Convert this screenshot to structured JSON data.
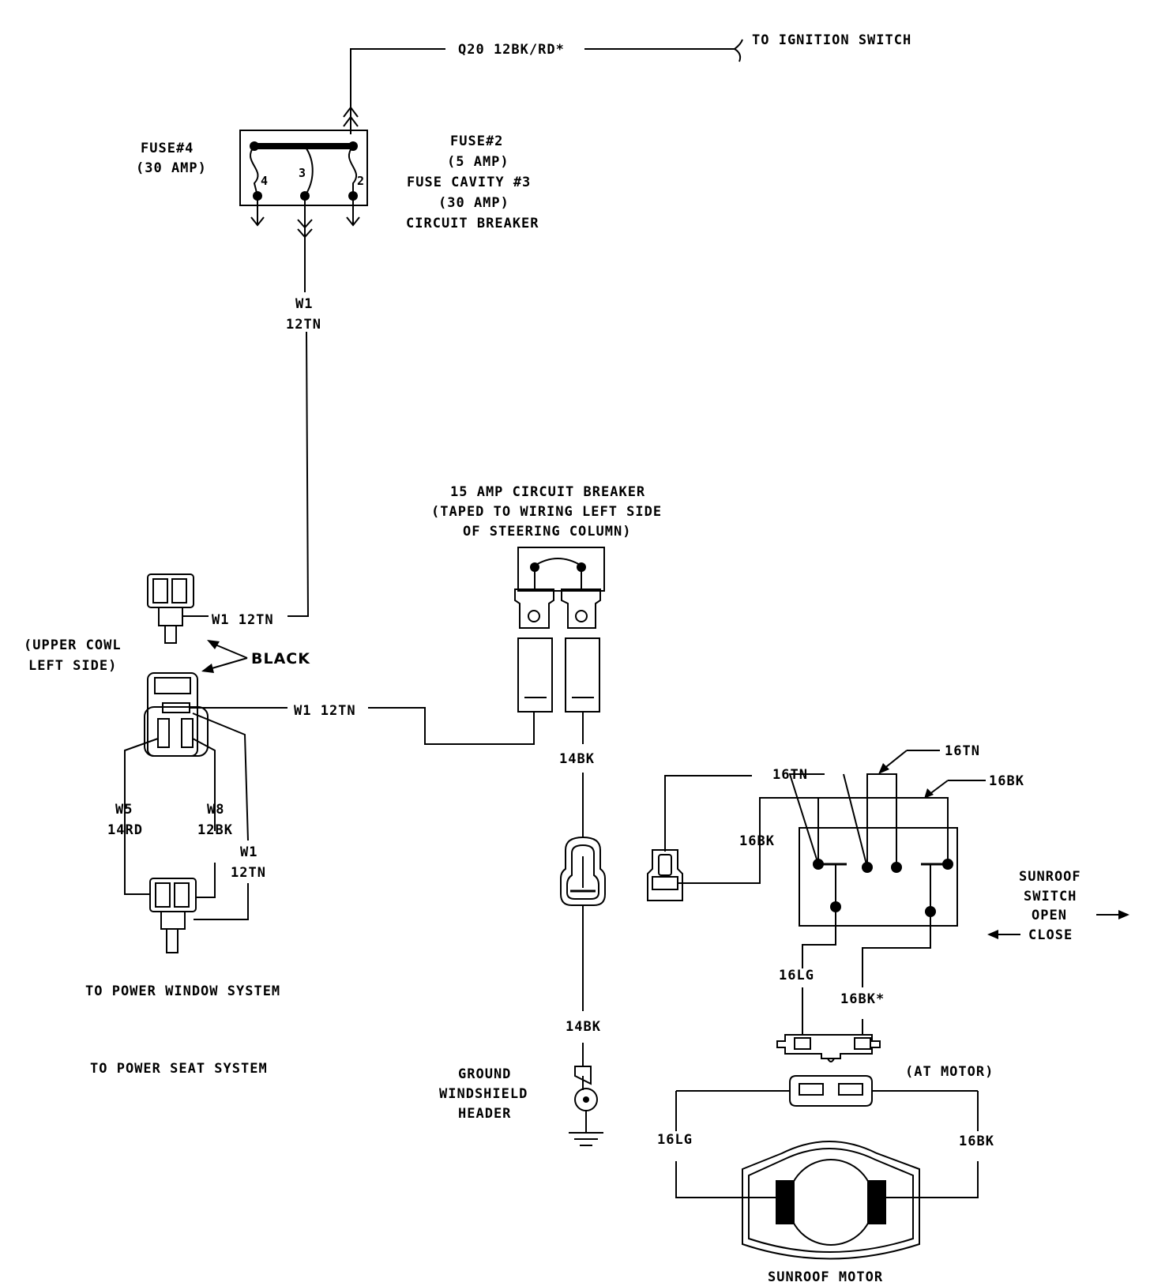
{
  "labels": {
    "q20": "Q20 12BK/RD*",
    "ign": "TO IGNITION SWITCH",
    "fuse4_a": "FUSE#4",
    "fuse4_b": "(30 AMP)",
    "fuse2_a": "FUSE#2",
    "fuse2_b": "(5 AMP)",
    "fuse2_c": "FUSE CAVITY #3",
    "fuse2_d": "(30 AMP)",
    "fuse2_e": "CIRCUIT BREAKER",
    "pin4": "4",
    "pin3": "3",
    "pin2": "2",
    "w1_a": "W1",
    "w1_b": "12TN",
    "w1_12tn_1": "W1 12TN",
    "cowl_a": "(UPPER COWL",
    "cowl_b": "LEFT SIDE)",
    "black": "BLACK",
    "w1_12tn_2": "W1 12TN",
    "w5_a": "W5",
    "w5_b": "14RD",
    "w8_a": "W8",
    "w8_b": "12BK",
    "w1c_a": "W1",
    "w1c_b": "12TN",
    "pws": "TO POWER WINDOW SYSTEM",
    "pss": "TO POWER SEAT SYSTEM",
    "cb_a": "15 AMP CIRCUIT BREAKER",
    "cb_b": "(TAPED TO WIRING LEFT SIDE",
    "cb_c": "OF STEERING COLUMN)",
    "bk14_1": "14BK",
    "bk14_2": "14BK",
    "gnd_a": "GROUND",
    "gnd_b": "WINDSHIELD",
    "gnd_c": "HEADER",
    "tn16_1": "16TN",
    "tn16_2": "16TN",
    "bk16_1": "16BK",
    "bk16_2": "16BK",
    "sw_a": "SUNROOF",
    "sw_b": "SWITCH",
    "sw_open": "OPEN",
    "sw_close": "CLOSE",
    "lg16_1": "16LG",
    "bk16_star": "16BK*",
    "atmotor": "(AT MOTOR)",
    "lg16_2": "16LG",
    "bk16_3": "16BK",
    "motor": "SUNROOF MOTOR"
  }
}
